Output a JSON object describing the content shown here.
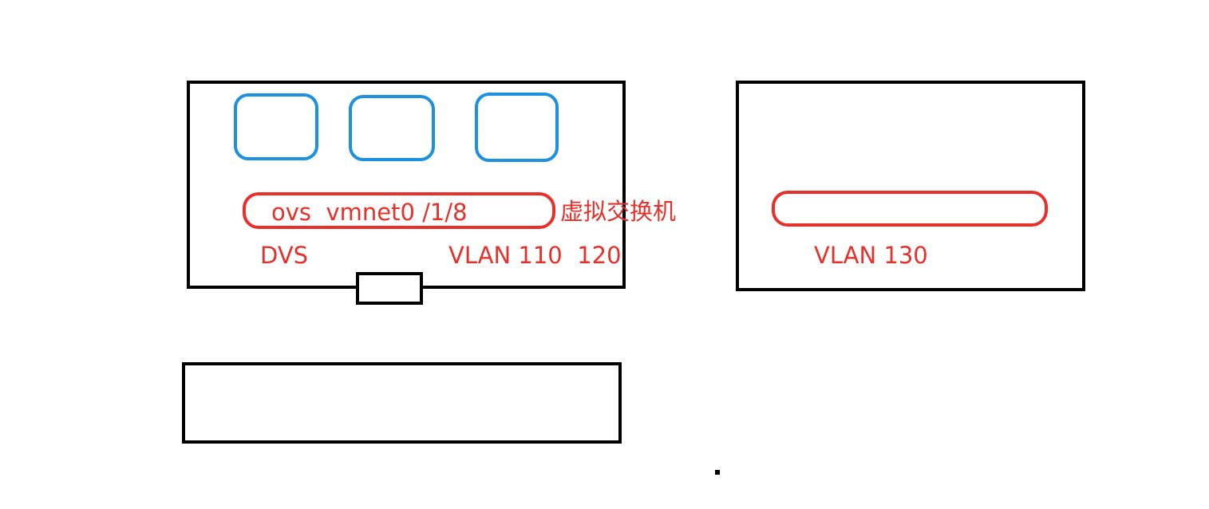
{
  "colors": {
    "box_stroke": "#000000",
    "vm_stroke": "#1e90e0",
    "switch_stroke": "#e8302a",
    "label_text": "#e8302a"
  },
  "labels": {
    "ovs_vmnet": "ovs  vmnet0 /1/8",
    "virtual_switch": "虚拟交换机",
    "dvs": "DVS",
    "vlan_left": "VLAN 110  120",
    "vlan_right": "VLAN 130"
  }
}
